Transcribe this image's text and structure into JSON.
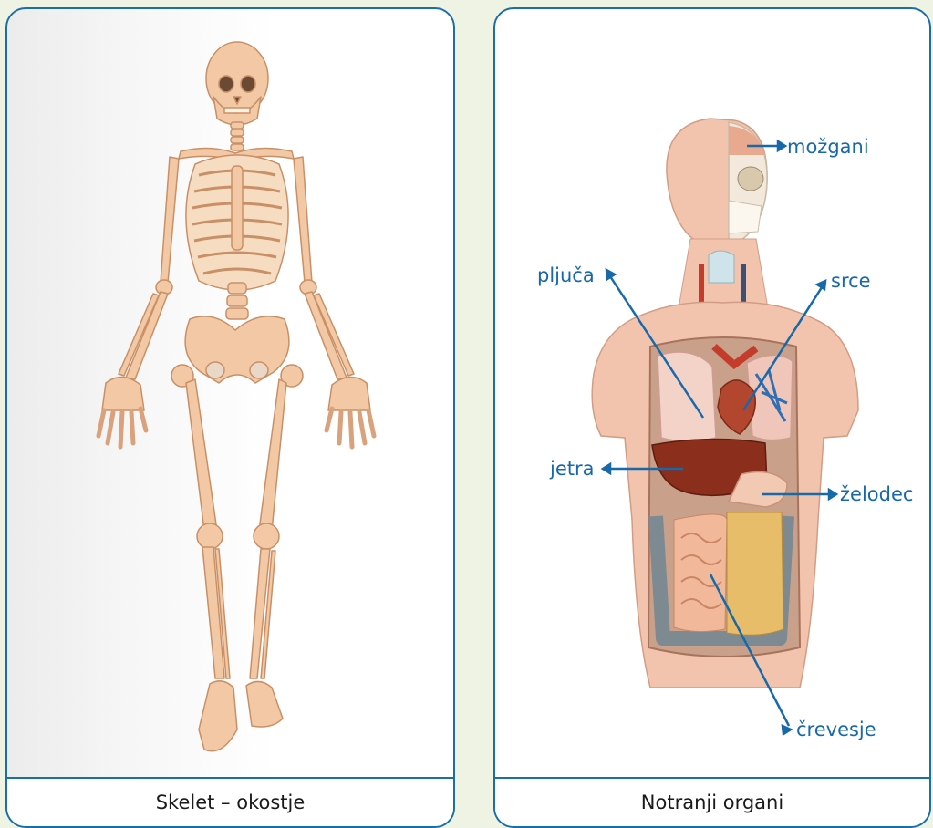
{
  "left_panel": {
    "caption": "Skelet – okostje"
  },
  "right_panel": {
    "caption": "Notranji organi",
    "labels": {
      "brain": "možgani",
      "lungs": "pljuča",
      "heart": "srce",
      "liver": "jetra",
      "stomach": "želodec",
      "intestines": "črevesje"
    }
  },
  "colors": {
    "border": "#1b6fa8",
    "label": "#1769aa",
    "bone": "#f2c9a4",
    "skin": "#f3c4ad"
  }
}
